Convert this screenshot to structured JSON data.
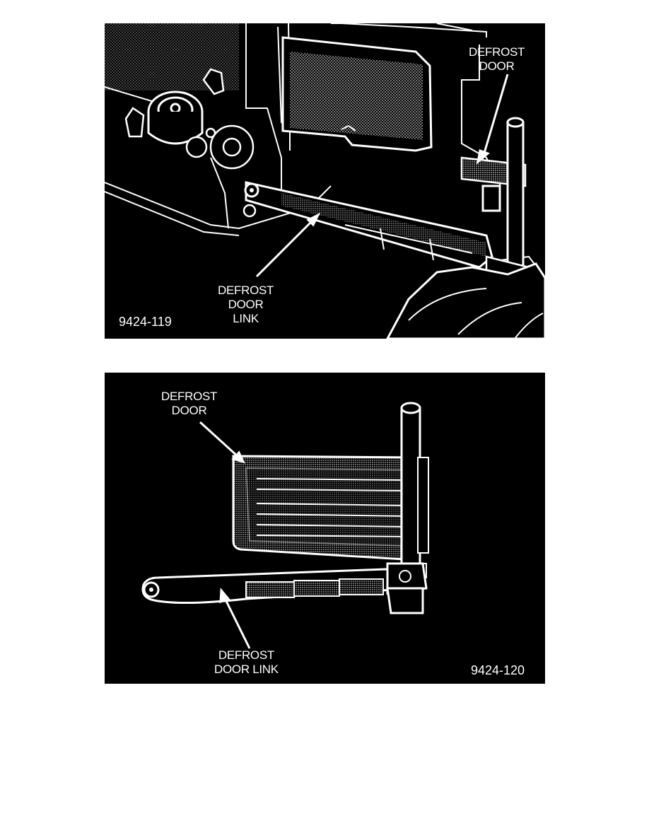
{
  "figures": [
    {
      "number": "9424-119",
      "labels": {
        "defrost_door": [
          "DEFROST",
          "DOOR"
        ],
        "defrost_door_link": [
          "DEFROST",
          "DOOR",
          "LINK"
        ]
      }
    },
    {
      "number": "9424-120",
      "labels": {
        "defrost_door": [
          "DEFROST",
          "DOOR"
        ],
        "defrost_door_link": [
          "DEFROST",
          "DOOR LINK"
        ]
      }
    }
  ],
  "colors": {
    "background": "#000000",
    "line_art": "#ffffff",
    "page": "#ffffff"
  }
}
